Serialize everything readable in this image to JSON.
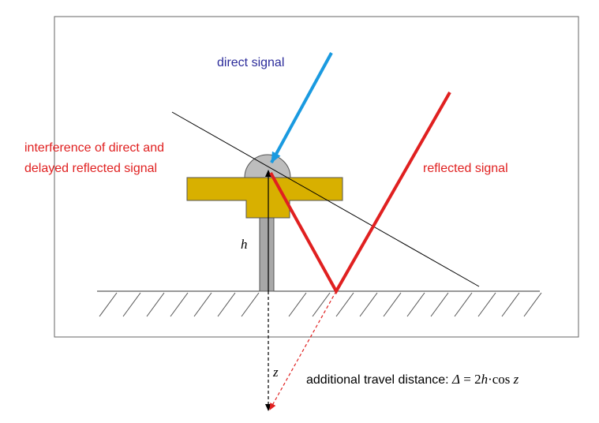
{
  "labels": {
    "direct_signal": "direct signal",
    "interference_line1": "interference of direct and",
    "interference_line2": "delayed reflected signal",
    "reflected_signal": "reflected signal",
    "height": "h",
    "zenith_angle": "z",
    "travel_distance_text": "additional travel distance: ",
    "formula_delta": "Δ",
    "formula_equals": " = 2",
    "formula_h": "h",
    "formula_dot_cos": "·cos ",
    "formula_z": "z"
  },
  "colors": {
    "direct_signal": "#1a9ae0",
    "reflected_signal": "#e02020",
    "direct_label": "#2b2b9a",
    "antenna_plate": "#d8b000",
    "antenna_dome": "#bdbdbd",
    "mast": "#a8a8a8",
    "frame": "#666666"
  },
  "icons": {
    "antenna": "gnss-antenna-icon",
    "ground": "hatched-ground-icon"
  }
}
